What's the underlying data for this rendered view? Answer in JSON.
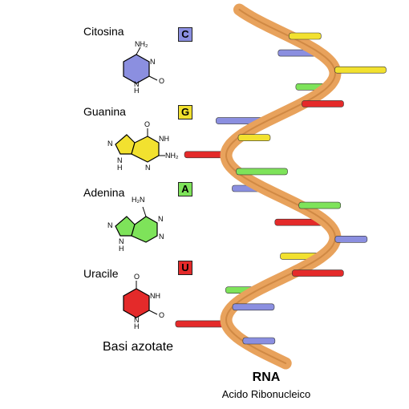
{
  "bases": [
    {
      "name": "Citosina",
      "letter": "C",
      "color": "#8b8fe0",
      "group": "NH₂",
      "ring_label": "N",
      "label_a": "N",
      "label_b": "H",
      "label_c": "O"
    },
    {
      "name": "Guanina",
      "letter": "G",
      "color": "#f2e12f",
      "group_top": "O",
      "label_nh": "NH",
      "label_nh2": "NH₂",
      "label_n": "N",
      "label_nl": "N",
      "label_h": "H",
      "label_n2": "N"
    },
    {
      "name": "Adenina",
      "letter": "A",
      "color": "#7ee35a",
      "group": "H₂N",
      "label_n1": "N",
      "label_n2": "N",
      "label_n3": "N",
      "label_n4": "N",
      "label_h": "H"
    },
    {
      "name": "Uracile",
      "letter": "U",
      "color": "#e42a2a",
      "group_top": "O",
      "label_nh": "NH",
      "label_n": "N",
      "label_h": "H",
      "label_o": "O"
    }
  ],
  "caption": "Basi azotate",
  "rna": {
    "title": "RNA",
    "subtitle": "Acido Ribonucleico"
  },
  "colors": {
    "backbone": "#e8a25c",
    "backbone_dark": "#b86f2c",
    "cytosine": "#8b8fe0",
    "guanine": "#f2e12f",
    "adenine": "#7ee35a",
    "uracil": "#e42a2a"
  },
  "rungs": [
    "guanine",
    "cytosine",
    "guanine",
    "adenine",
    "uracil",
    "cytosine",
    "guanine",
    "uracil",
    "adenine",
    "cytosine",
    "adenine",
    "uracil",
    "cytosine",
    "guanine",
    "uracil",
    "adenine",
    "cytosine",
    "uracil",
    "cytosine"
  ]
}
